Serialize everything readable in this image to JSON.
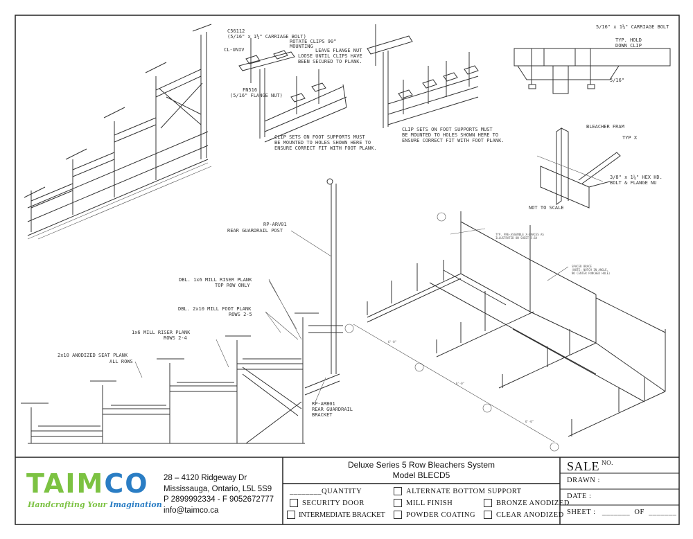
{
  "company": {
    "logo_green": "TAIM",
    "logo_blue": "CO",
    "tagline_1": "Handcrafting Your",
    "tagline_2": "Imagination",
    "address_1": "28 – 4120 Ridgeway Dr",
    "address_2": "Mississauga, Ontario, L5L 5S9",
    "phone_fax": "P 2899992334 - F 9052672777",
    "email": "info@taimco.ca",
    "green": "#7cc242",
    "blue": "#2a7dc4"
  },
  "title_block": {
    "title": "Deluxe Series 5 Row Bleachers System",
    "model": "Model BLECD5",
    "quantity_blank": "________",
    "quantity": "QUANTITY",
    "options": {
      "alternate_bottom_support": "ALTERNATE BOTTOM SUPPORT",
      "security_door": "SECURITY DOOR",
      "mill_finish": "MILL FINISH",
      "bronze_anodized": "BRONZE ANODIZED",
      "intermediate_bracket": "INTERMEDIATE BRACKET",
      "powder_coating": "POWDER COATING",
      "clear_anodized": "CLEAR ANODIZED"
    },
    "sale": "SALE",
    "sale_no": "NO.",
    "drawn": "DRAWN :",
    "date": "DATE :",
    "sheet": "SHEET :",
    "sheet_blank": "_______",
    "of": "OF",
    "of_blank": "_______"
  },
  "detail_clip": {
    "bolt_part": "C56112",
    "bolt_desc": "(5/16\" x 1½\" CARRIAGE BOLT)",
    "clip": "CL-UNIV",
    "rotate_1": "ROTATE CLIPS 90°",
    "rotate_2": "MOUNTING",
    "leave_1": "LEAVE FLANGE NUT",
    "leave_2": "LOOSE UNTIL CLIPS HAVE",
    "leave_3": "BEEN SECURED TO PLANK.",
    "nut_part": "FN516",
    "nut_desc": "(5/16\" FLANGE NUT)",
    "note_1": "CLIP SETS ON FOOT SUPPORTS MUST",
    "note_2": "BE MOUNTED TO HOLES SHOWN HERE TO",
    "note_3": "ENSURE CORRECT FIT WITH FOOT PLANK."
  },
  "detail_clip_2": {
    "note_1": "CLIP SETS ON FOOT SUPPORTS MUST",
    "note_2": "BE MOUNTED TO HOLES SHOWN HERE TO",
    "note_3": "ENSURE CORRECT FIT WITH FOOT PLANK."
  },
  "detail_holddown": {
    "bolt": "5/16\" x 1½\" CARRIAGE BOLT",
    "clip_1": "TYP. HOLD",
    "clip_2": "DOWN CLIP",
    "nut": "5/16\""
  },
  "detail_frame": {
    "frame": "BLEACHER FRAM",
    "typ": "TYP X",
    "bolt_1": "3/8\" x 1¼\" HEX HD.",
    "bolt_2": "BOLT & FLANGE NU",
    "scale": "NOT TO SCALE"
  },
  "elevation": {
    "post_1": "RP-ARV01",
    "post_2": "REAR GUARDRAIL POST",
    "riser_dbl_1": "DBL. 1x6 MILL RISER PLANK",
    "riser_dbl_2": "TOP ROW ONLY",
    "foot_1": "DBL. 2x10 MILL FOOT PLANK",
    "foot_2": "ROWS 2-5",
    "riser_1": "1x6 MILL RISER PLANK",
    "riser_2": "ROWS 2-4",
    "seat_1": "2x10 ANODIZED SEAT PLANK",
    "seat_2": "ALL ROWS",
    "bracket_1": "RP-ARB01",
    "bracket_2": "REAR GUARDRAIL",
    "bracket_3": "BRACKET"
  },
  "isometric": {
    "xbrace_1": "TYP. PRE-ASSEMBLE X-BRACES AS",
    "xbrace_2": "ILLUSTRATED ON SHEET 5.6A",
    "spacer_1": "SPACER BRACE",
    "spacer_2": "(NOTE: NOTCH IN ANGLE,",
    "spacer_3": "NO CENTER PUNCHED HOLE)",
    "dims": [
      "6'-0\"",
      "6'-0\"",
      "6'-0\""
    ]
  }
}
